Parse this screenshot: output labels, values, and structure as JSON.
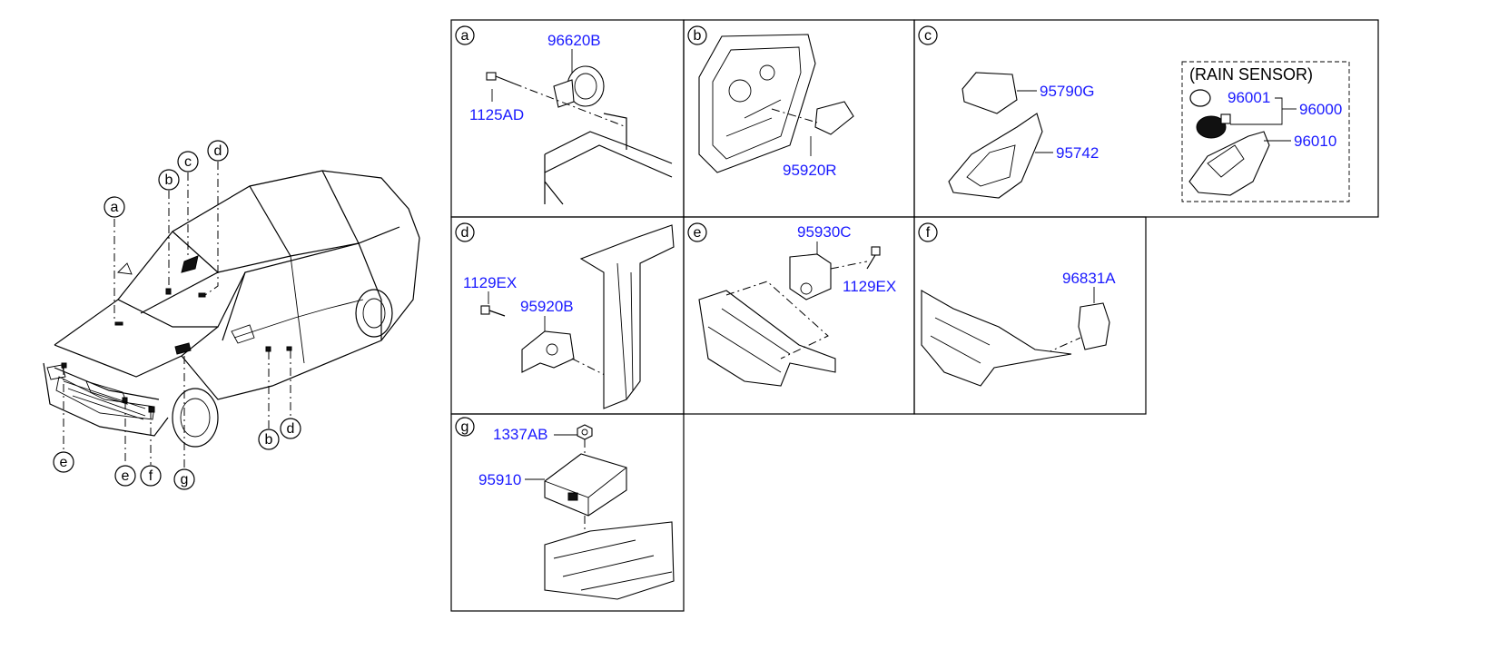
{
  "overview": {
    "callouts": {
      "a": "a",
      "b_top": "b",
      "c": "c",
      "d_top": "d",
      "e_left": "e",
      "e_mid": "e",
      "f": "f",
      "g": "g",
      "b_bottom": "b",
      "d_bottom": "d"
    }
  },
  "panels": {
    "a": {
      "letter": "a",
      "parts": [
        "96620B",
        "1125AD"
      ]
    },
    "b": {
      "letter": "b",
      "parts": [
        "95920R"
      ]
    },
    "c": {
      "letter": "c",
      "parts": [
        "95790G",
        "95742"
      ],
      "rain_sensor": {
        "title": "(RAIN SENSOR)",
        "parts": [
          "96001",
          "96000",
          "96010"
        ]
      }
    },
    "d": {
      "letter": "d",
      "parts": [
        "1129EX",
        "95920B"
      ]
    },
    "e": {
      "letter": "e",
      "parts": [
        "95930C",
        "1129EX"
      ]
    },
    "f": {
      "letter": "f",
      "parts": [
        "96831A"
      ]
    },
    "g": {
      "letter": "g",
      "parts": [
        "1337AB",
        "95910"
      ]
    }
  },
  "colors": {
    "part_number": "#1a1aff",
    "line": "#000000",
    "background": "#ffffff"
  }
}
